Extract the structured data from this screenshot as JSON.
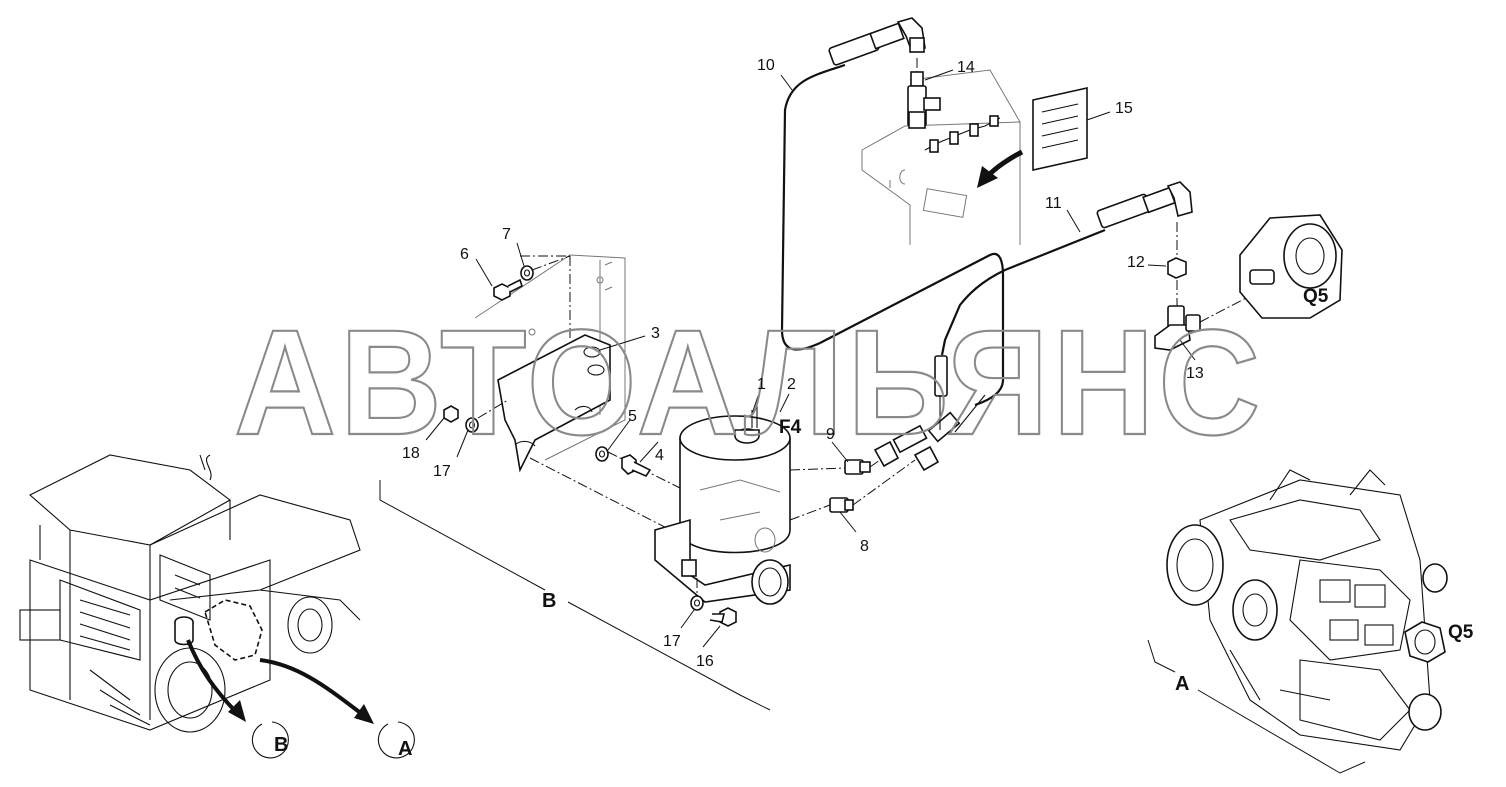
{
  "watermark": "АВТОАЛЬЯНС",
  "part_labels": [
    "1",
    "2",
    "3",
    "4",
    "5",
    "6",
    "7",
    "8",
    "9",
    "10",
    "11",
    "12",
    "13",
    "14",
    "15",
    "16",
    "17",
    "17",
    "18"
  ],
  "component_labels": {
    "filter": "F4",
    "valve_top": "Q5",
    "valve_bottom": "Q5"
  },
  "view_labels": {
    "view_a": "A",
    "view_b": "B",
    "callout_a": "A",
    "callout_b": "B"
  }
}
